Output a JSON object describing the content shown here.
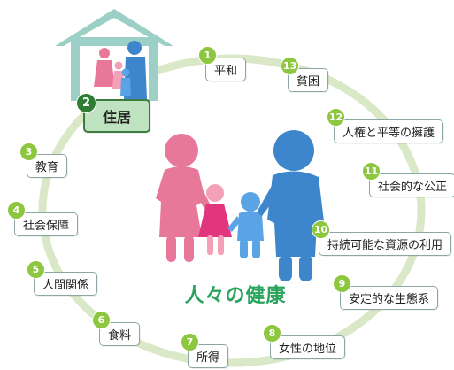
{
  "center_label": "人々の健康",
  "colors": {
    "ring": "#d9e8c6",
    "number_badge": "#8dc63f",
    "highlight_fill": "#bfe2c0",
    "highlight_border": "#3c7a3f",
    "house": "#9ccfc5",
    "person_blue": "#3d86cc",
    "person_pink": "#e8789a",
    "center_text": "#2aa35d"
  },
  "house_icon": "house-icon",
  "items": [
    {
      "number": "1",
      "label": "平和"
    },
    {
      "number": "2",
      "label": "住居",
      "highlight": true
    },
    {
      "number": "3",
      "label": "教育"
    },
    {
      "number": "4",
      "label": "社会保障"
    },
    {
      "number": "5",
      "label": "人間関係"
    },
    {
      "number": "6",
      "label": "食料"
    },
    {
      "number": "7",
      "label": "所得"
    },
    {
      "number": "8",
      "label": "女性の地位"
    },
    {
      "number": "9",
      "label": "安定的な生態系"
    },
    {
      "number": "10",
      "label": "持続可能な資源の利用"
    },
    {
      "number": "11",
      "label": "社会的な公正"
    },
    {
      "number": "12",
      "label": "人権と平等の擁護"
    },
    {
      "number": "13",
      "label": "貧困"
    }
  ]
}
